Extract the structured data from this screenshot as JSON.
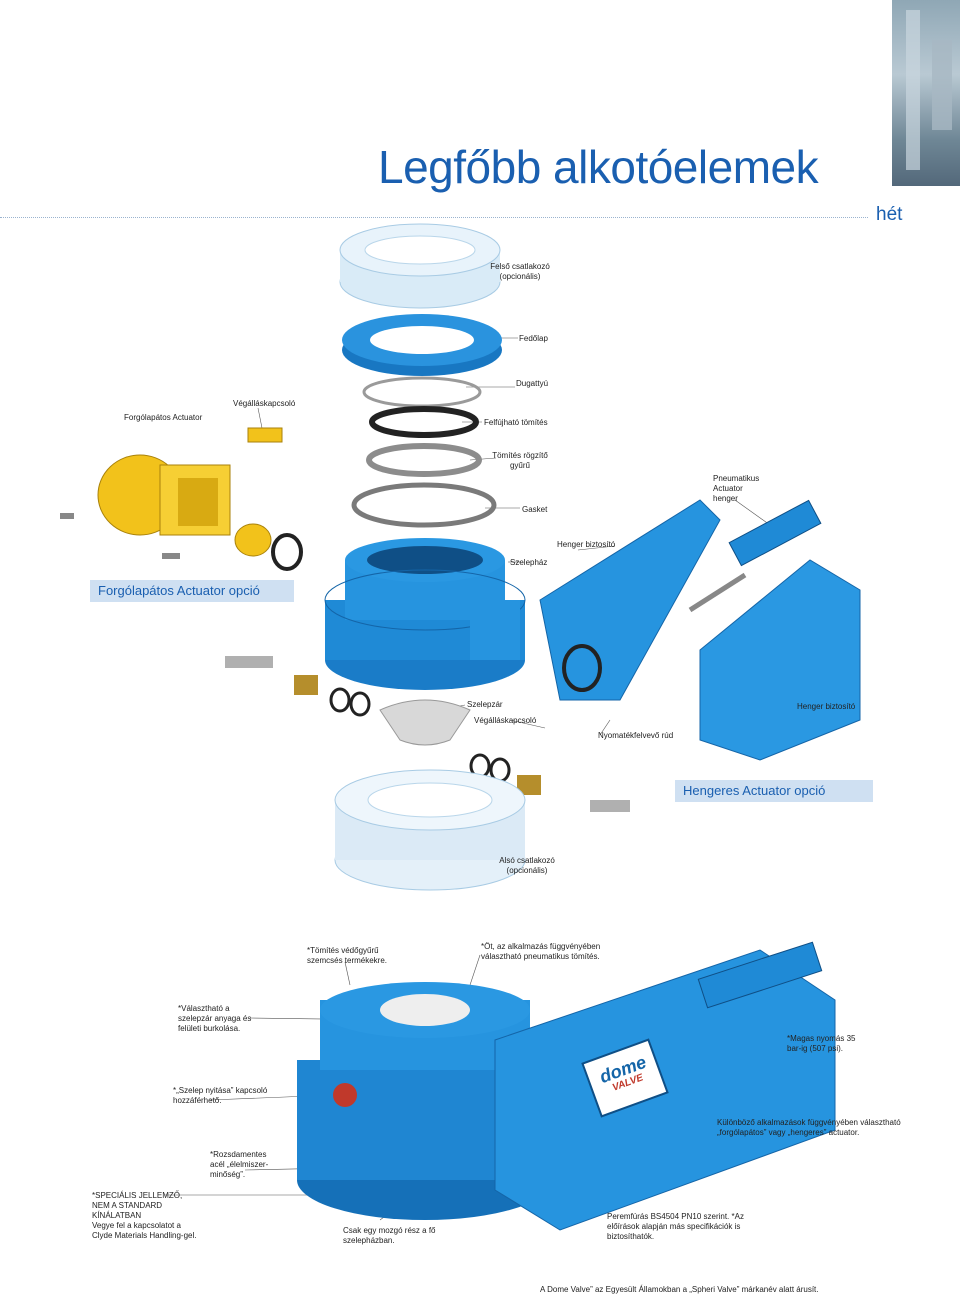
{
  "header": {
    "title": "Legfőbb alkotóelemek",
    "chapter": "hét"
  },
  "exploded_labels": {
    "top_connector": [
      "Felső csatlakozó",
      "(opcionális)"
    ],
    "cover_plate": "Fedőlap",
    "piston": "Dugattyú",
    "limit_switch_top": "Végálláskapcsoló",
    "rotary_actuator": "Forgólapátos Actuator",
    "inflatable_seal": "Felfújható tömítés",
    "seal_retaining_ring": [
      "Tömítés rögzítő",
      "gyűrű"
    ],
    "pneumatic_cylinder": [
      "Pneumatikus",
      "Actuator",
      "henger"
    ],
    "gasket": "Gasket",
    "cylinder_guard_top": "Henger biztosító",
    "valve_body": "Szelepház",
    "valve_disc": "Szelepzár",
    "limit_switch_mid": "Végálláskapcsoló",
    "torque_rod": "Nyomatékfelvevő rúd",
    "cylinder_guard_right": "Henger biztosító",
    "bottom_connector": [
      "Alsó csatlakozó",
      "(opcionális)"
    ]
  },
  "banners": {
    "rotary_option": "Forgólapátos Actuator opció",
    "cylinder_option": "Hengeres Actuator opció"
  },
  "notes": {
    "seal_guard": [
      "*Tömítés védőgyűrű",
      "szemcsés termékekre."
    ],
    "five_seals": [
      "*Öt, az alkalmazás függvényében",
      "választható pneumatikus tömítés."
    ],
    "disc_material": [
      "*Választható a",
      "szelepzár anyaga és",
      "felületi burkolása."
    ],
    "high_pressure": [
      "*Magas nyomás 35",
      "bar-ig (507 psi)."
    ],
    "open_switch": [
      "*„Szelep nyitása” kapcsoló",
      "hozzáférhető."
    ],
    "actuators": [
      "Különböző alkalmazások függvényében választható",
      "„forgólapátos” vagy „hengeres” actuator."
    ],
    "stainless": [
      "*Rozsdamentes",
      "acél „élelmiszer-",
      "minőség”."
    ],
    "special": [
      "*SPECIÁLIS JELLEMZŐ,",
      "NEM A STANDARD",
      "KÍNÁLATBAN",
      "Vegye fel a kapcsolatot a",
      "Clyde Materials Handling-gel."
    ],
    "single_moving": [
      "Csak egy mozgó rész a fő",
      "szelepházban."
    ],
    "flange": [
      "Peremfúrás BS4504 PN10 szerint. *Az",
      "előírások alapján más specifikációk is",
      "biztosíthatók."
    ]
  },
  "logo_text": [
    "dome",
    "VALVE"
  ],
  "footer": "A Dome Valve” az Egyesült Államokban a „Spheri Valve” márkanév alatt árusít.",
  "colors": {
    "title_blue": "#1a5fb0",
    "valve_blue": "#1f8ad6",
    "light_blue": "#cfe6f6",
    "banner_bg": "#cfe0f2",
    "actuator_yellow": "#f2c21b"
  }
}
